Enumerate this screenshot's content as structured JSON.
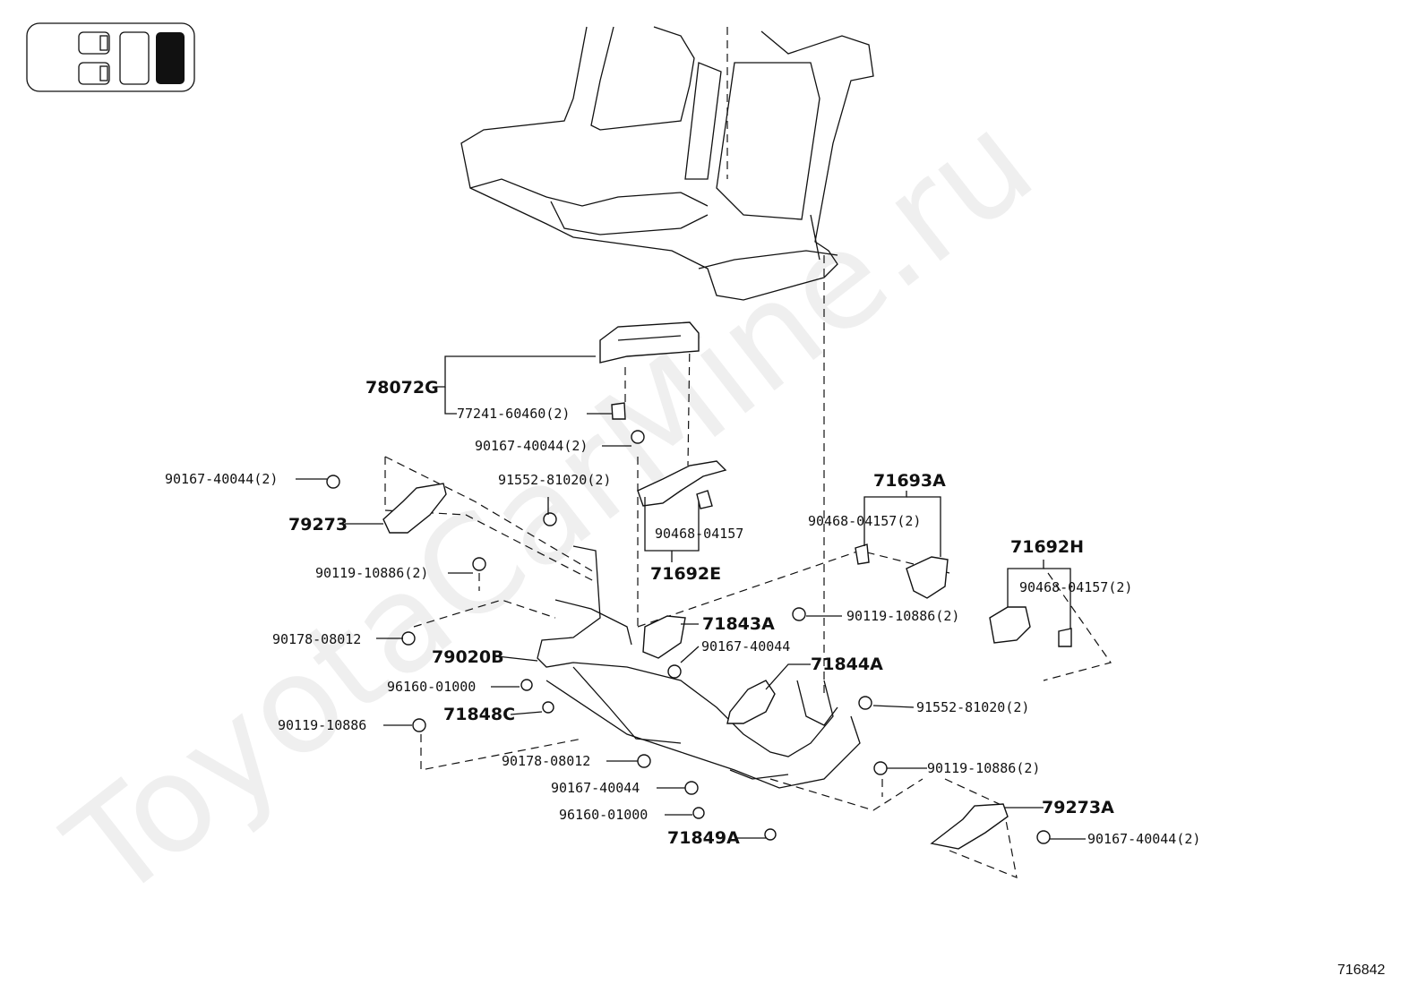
{
  "watermark": "ToyotaCarMine.ru",
  "diagram_number": "716842",
  "labels": {
    "p78072G": "78072G",
    "p77241": "77241-60460(2)",
    "p90167a": "90167-40044(2)",
    "p90167b": "90167-40044(2)",
    "p79273": "79273",
    "p91552a": "91552-81020(2)",
    "p90468a": "90468-04157",
    "p71692E": "71692E",
    "p90119a": "90119-10886(2)",
    "p90178a": "90178-08012",
    "p79020B": "79020B",
    "p96160a": "96160-01000",
    "p90119b": "90119-10886",
    "p71848C": "71848C",
    "p90178b": "90178-08012",
    "p90167c": "90167-40044",
    "p96160b": "96160-01000",
    "p71849A": "71849A",
    "p71843A": "71843A",
    "p90167d": "90167-40044",
    "p71844A": "71844A",
    "p71693A": "71693A",
    "p90468b": "90468-04157(2)",
    "p90119c": "90119-10886(2)",
    "p71692H": "71692H",
    "p90468c": "90468-04157(2)",
    "p91552b": "91552-81020(2)",
    "p90119d": "90119-10886(2)",
    "p79273A": "79273A",
    "p90167e": "90167-40044(2)"
  }
}
